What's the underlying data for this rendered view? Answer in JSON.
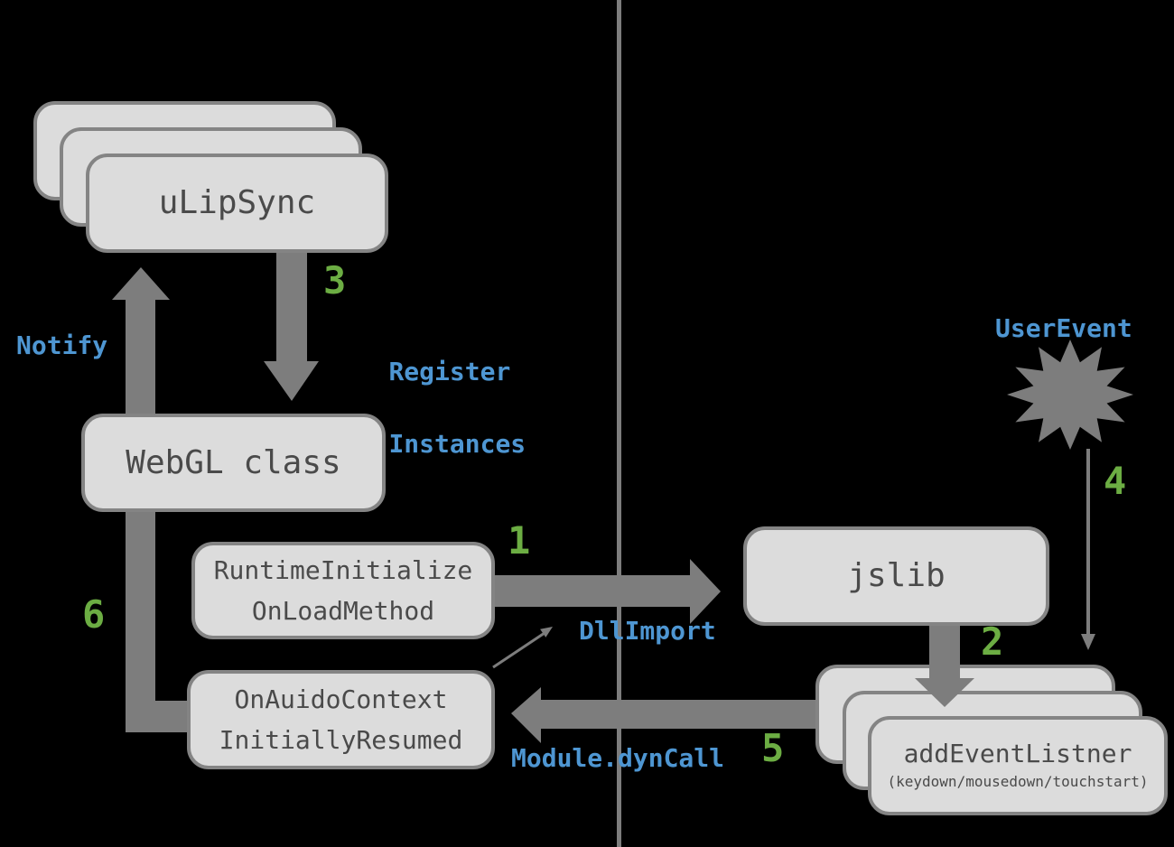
{
  "colors": {
    "background": "#000000",
    "box_fill": "#dcdcdc",
    "box_border": "#848484",
    "box_text": "#4a4a4a",
    "arrow_gray": "#7d7d7d",
    "label_blue": "#4e96d2",
    "label_green": "#6cad43"
  },
  "nodes": {
    "ulipsync": {
      "label": "uLipSync",
      "stacked_copies": 3
    },
    "webgl_class": {
      "label": "WebGL class"
    },
    "runtime_initialize": {
      "line1": "RuntimeInitialize",
      "line2": "OnLoadMethod"
    },
    "on_audio_context": {
      "line1": "OnAuidoContext",
      "line2": "InitiallyResumed"
    },
    "jslib": {
      "label": "jslib"
    },
    "add_event_listener": {
      "label": "addEventListner",
      "sublabel": "(keydown/mousedown/touchstart)",
      "stacked_copies": 3
    }
  },
  "annotations": {
    "notify": "Notify",
    "register_line1": "Register",
    "register_line2": "Instances",
    "dll_import": "DllImport",
    "module_dyncall": "Module.dynCall",
    "user_event": "UserEvent"
  },
  "steps": {
    "dll_import": "1",
    "add_listener": "2",
    "register_instances": "3",
    "user_event": "4",
    "dyncall": "5",
    "resume": "6"
  }
}
